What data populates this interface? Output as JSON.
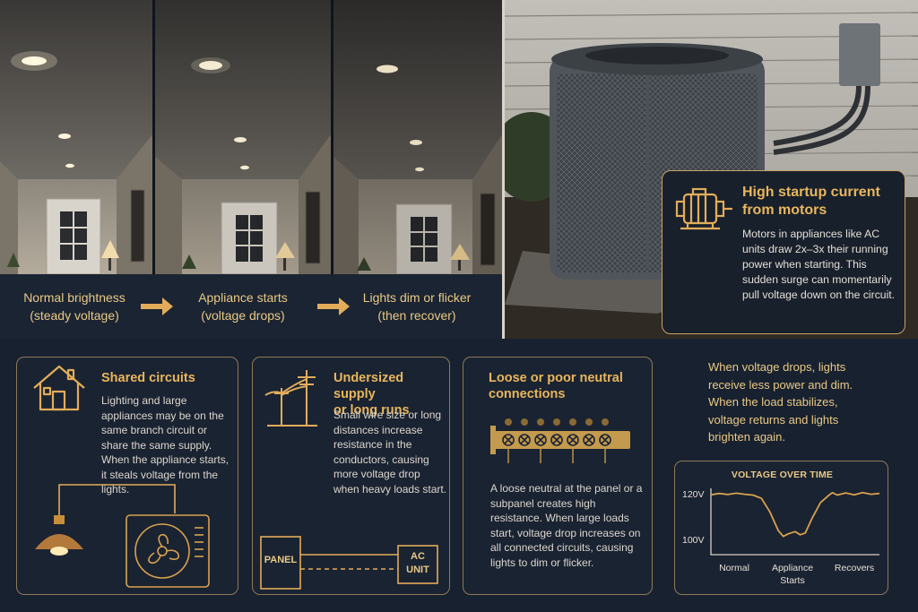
{
  "top": {
    "captions": [
      {
        "line1": "Normal brightness",
        "line2": "(steady voltage)"
      },
      {
        "line1": "Appliance starts",
        "line2": "(voltage drops)"
      },
      {
        "line1": "Lights dim or flicker",
        "line2": "(then recover)"
      }
    ],
    "motor": {
      "title": "High startup current from motors",
      "body": "Motors in appliances like AC units draw 2x–3x their running power when starting. This sudden surge can momentarily pull voltage down on the circuit."
    }
  },
  "cards": {
    "shared": {
      "title": "Shared circuits",
      "body": "Lighting and large appliances may be on the same branch circuit or share the same supply. When the appliance starts, it steals voltage from the lights."
    },
    "undersized": {
      "title_line1": "Undersized supply",
      "title_line2": "or long runs",
      "body": "Small wire size or long distances increase resistance in the conductors, causing more voltage drop when heavy loads start.",
      "panel_label": "PANEL",
      "ac_label_line1": "AC",
      "ac_label_line2": "UNIT"
    },
    "neutral": {
      "title_line1": "Loose or poor neutral",
      "title_line2": "connections",
      "body": "A loose neutral at the panel or a subpanel creates high resistance. When large loads start, voltage drop increases on all connected circuits, causing lights to dim or flicker."
    }
  },
  "side_text": "When voltage drops, lights receive less power and dim. When the load stabilizes, voltage returns and lights brighten again.",
  "chart_data": {
    "type": "line",
    "title": "VOLTAGE OVER TIME",
    "y_ticks": [
      "120V",
      "100V"
    ],
    "ylim": [
      100,
      120
    ],
    "x_labels": [
      {
        "line1": "Normal",
        "line2": ""
      },
      {
        "line1": "Appliance",
        "line2": "Starts"
      },
      {
        "line1": "Recovers",
        "line2": ""
      }
    ],
    "series": [
      {
        "x": [
          0,
          0.05,
          0.1,
          0.15,
          0.2,
          0.25,
          0.3,
          0.35,
          0.4,
          0.43,
          0.46,
          0.5,
          0.53,
          0.56,
          0.6,
          0.65,
          0.7,
          0.72,
          0.75,
          0.8,
          0.85,
          0.9,
          0.95,
          1.0
        ],
        "y": [
          119.6,
          120.1,
          119.7,
          120.2,
          119.8,
          119.5,
          118.2,
          113.0,
          105.8,
          103.6,
          104.6,
          105.4,
          104.2,
          104.9,
          110.5,
          116.6,
          119.4,
          120.4,
          119.5,
          120.3,
          119.6,
          120.4,
          119.8,
          120.1
        ]
      }
    ],
    "colors": {
      "line": "#d9a24e",
      "axis": "#d8d2c6"
    }
  },
  "colors": {
    "accent": "#e9b65c",
    "border": "#8e7a57",
    "panel": "#18212f"
  },
  "icons": [
    "right-arrow-icon",
    "motor-icon",
    "house-icon",
    "utility-pole-icon",
    "bus-bar-icon",
    "pendant-lamp-icon",
    "ac-fan-icon"
  ]
}
